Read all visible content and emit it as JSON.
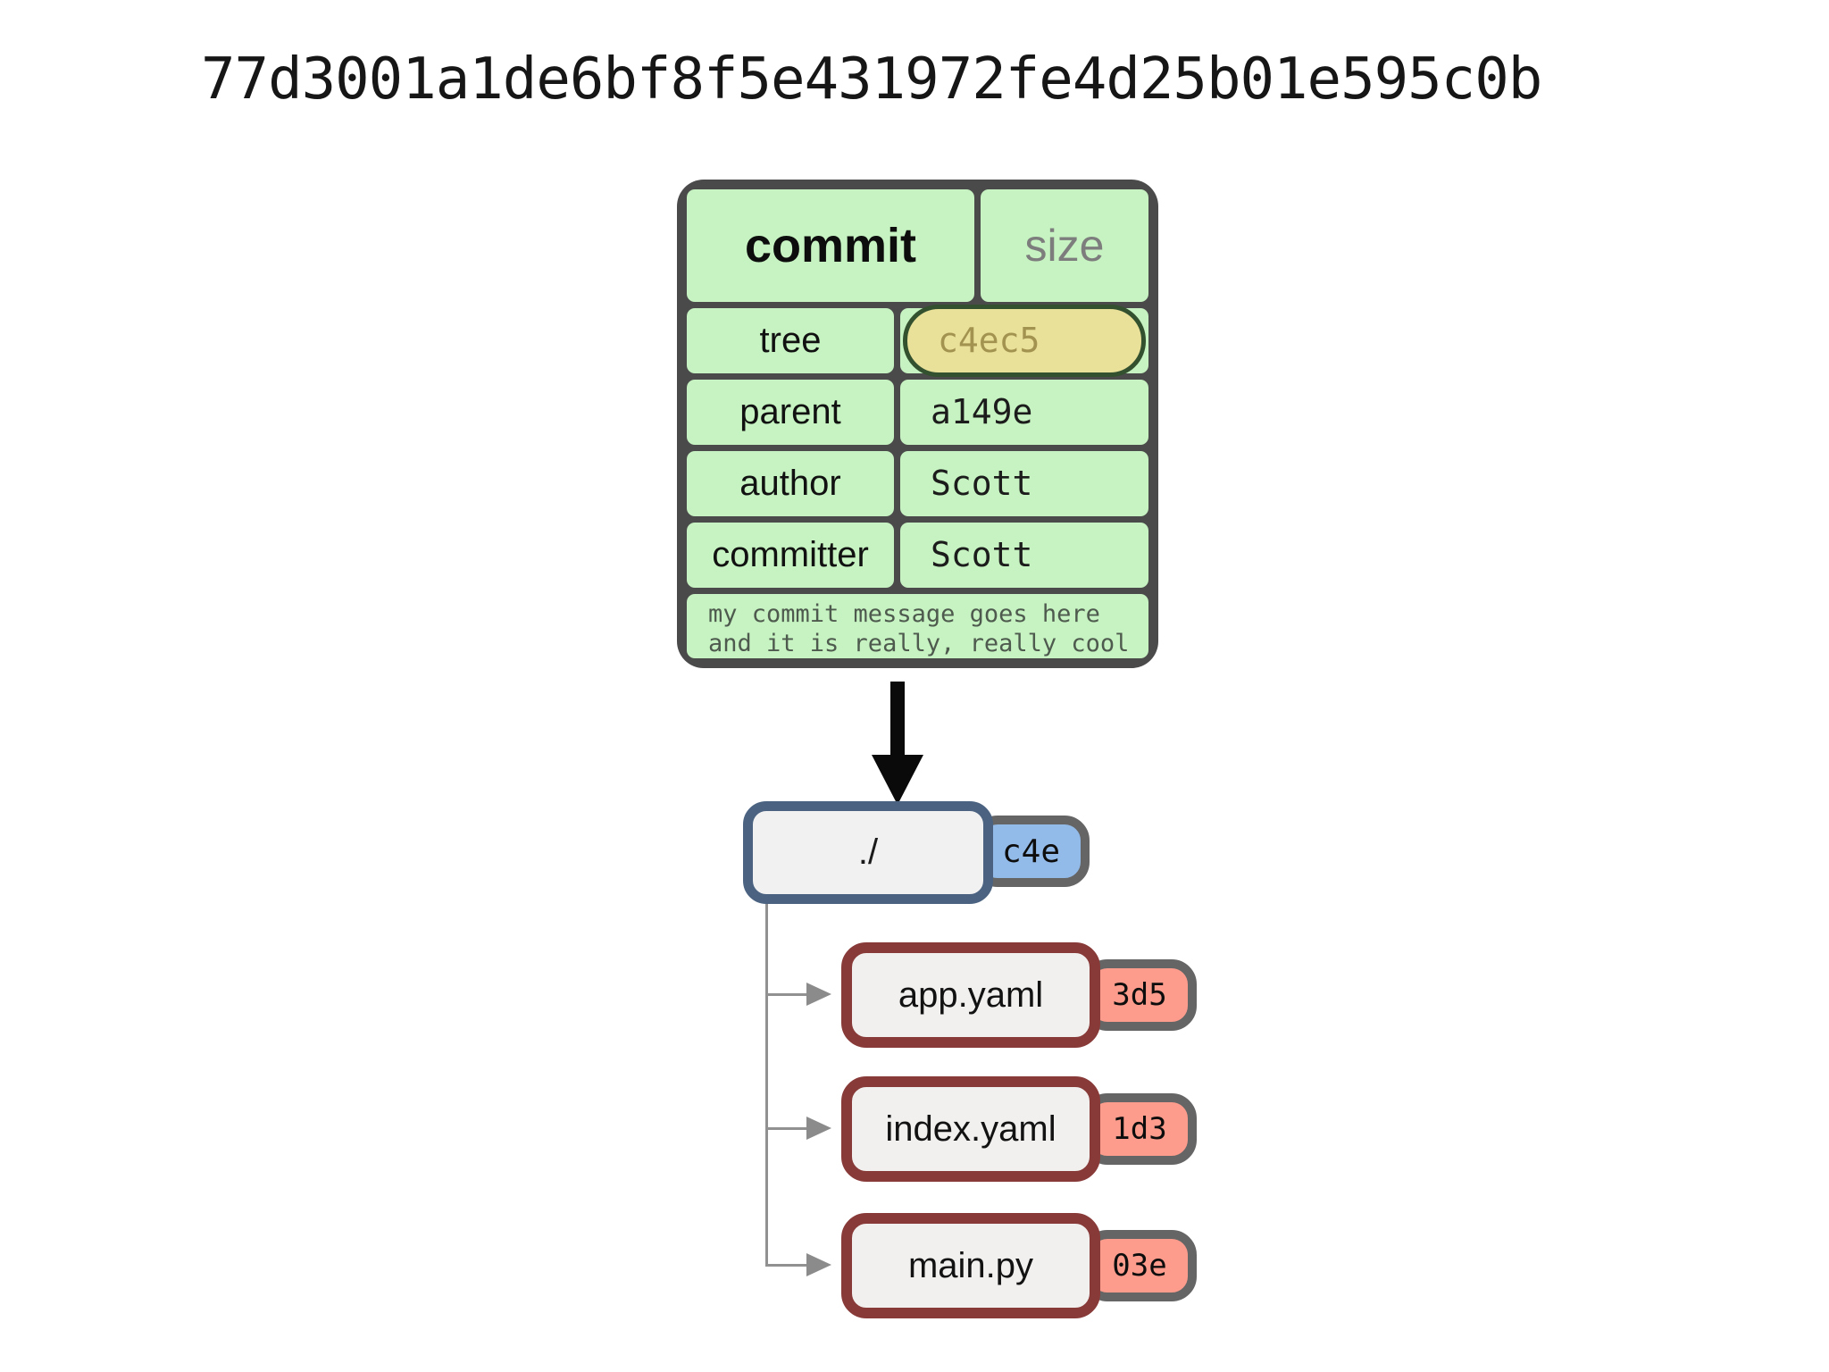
{
  "title": "77d3001a1de6bf8f5e431972fe4d25b01e595c0b",
  "commit_object": {
    "type_label": "commit",
    "size_label": "size",
    "fields": [
      {
        "label": "tree",
        "value": "c4ec5"
      },
      {
        "label": "parent",
        "value": "a149e"
      },
      {
        "label": "author",
        "value": "Scott"
      },
      {
        "label": "committer",
        "value": "Scott"
      }
    ],
    "message_lines": [
      "my commit message goes here",
      "and it is really, really cool"
    ]
  },
  "tree_object": {
    "label": "./",
    "hash": "c4e"
  },
  "tree_entries": [
    {
      "name": "app.yaml",
      "hash": "3d5"
    },
    {
      "name": "index.yaml",
      "hash": "1d3"
    },
    {
      "name": "main.py",
      "hash": "03e"
    }
  ],
  "colors": {
    "object_fill": "#c6f3c1",
    "object_border": "#4a4a4a",
    "size_text": "#7d7d7d",
    "tree_hash_fill": "#e9e099",
    "tree_hash_border": "#33512f",
    "tree_hash_text": "#a39350",
    "dir_box_border": "#4b6381",
    "dir_hash_fill": "#93bbe9",
    "file_box_border": "#883a38",
    "file_hash_fill": "#fd9c8c",
    "hash_pill_border": "#656565",
    "node_fill": "#f1f0ee",
    "connector": "#919191",
    "arrow": "#0a0a0a"
  }
}
